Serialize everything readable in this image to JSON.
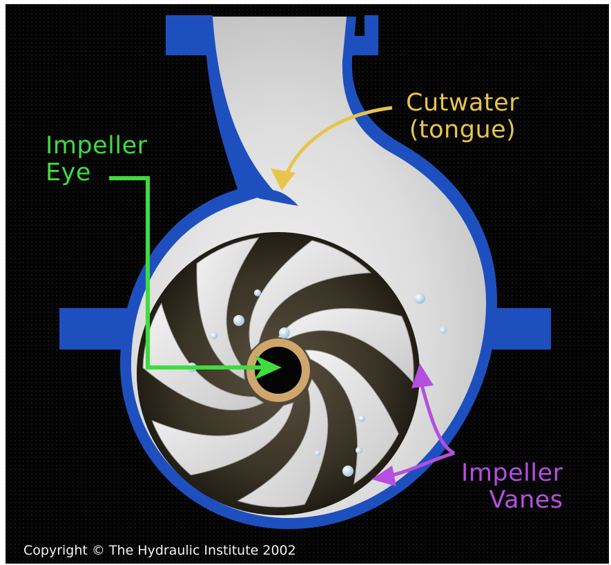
{
  "labels": {
    "cutwater": {
      "line1": "Cutwater",
      "line2": "(tongue)"
    },
    "impeller_eye": {
      "line1": "Impeller",
      "line2": "Eye"
    },
    "impeller_vanes": {
      "line1": "Impeller",
      "line2": "Vanes"
    }
  },
  "copyright": "Copyright © The Hydraulic Institute 2002",
  "colors": {
    "background": "#040404",
    "casing_blue": "#1e4fbf",
    "casing_light": "#d8d8d8",
    "cutwater_label": "#e8c54a",
    "impeller_eye_label": "#3fdc3f",
    "impeller_vanes_label": "#b44fe0",
    "hub_ring": "#cfa66b",
    "vane_shadow": "#3a3426"
  },
  "icons": {
    "cutwater_pointer": "yellow-curved-arrow",
    "eye_pointer": "green-elbow-arrow",
    "vane_pointers": "purple-forked-arrow"
  }
}
